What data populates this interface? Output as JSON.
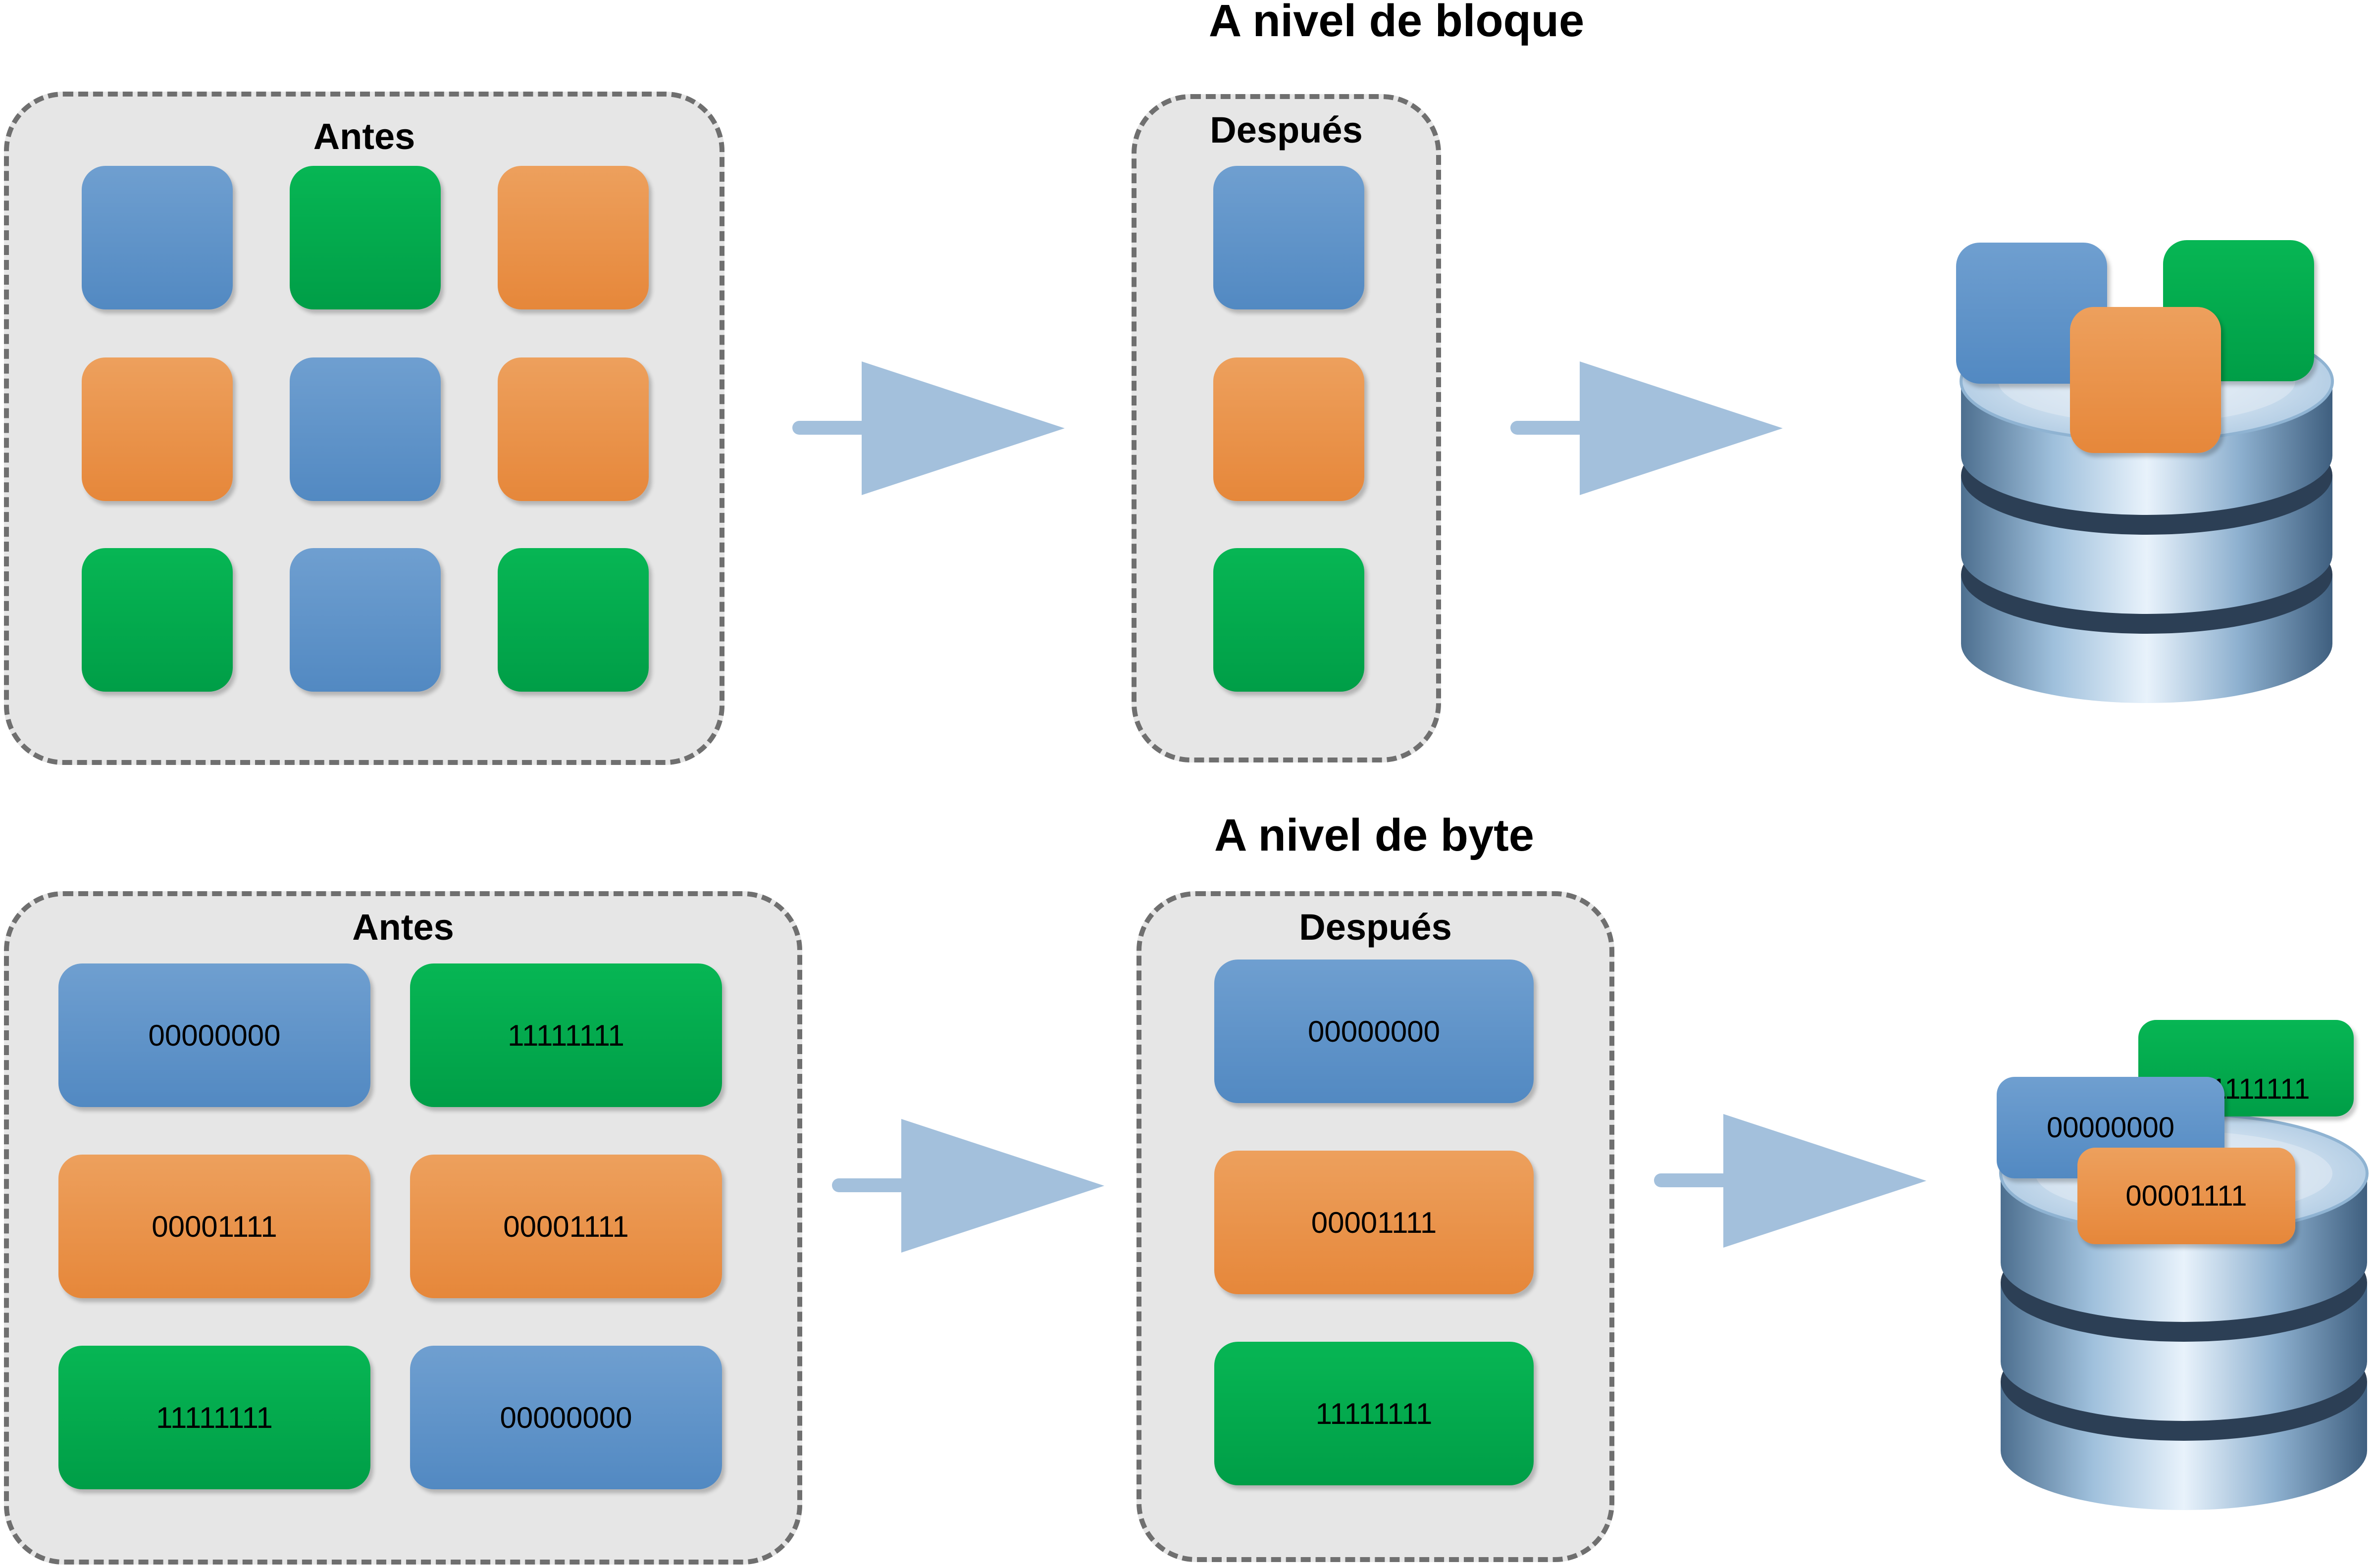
{
  "titles": {
    "block_level": "A nivel de bloque",
    "byte_level": "A nivel de byte"
  },
  "block_section": {
    "before_label": "Antes",
    "after_label": "Después",
    "before_grid": [
      [
        "blue",
        "green",
        "orange"
      ],
      [
        "orange",
        "blue",
        "orange"
      ],
      [
        "green",
        "blue",
        "green"
      ]
    ],
    "after_list": [
      "blue",
      "orange",
      "green"
    ],
    "stored_blocks": [
      "blue",
      "green",
      "orange"
    ]
  },
  "byte_section": {
    "before_label": "Antes",
    "after_label": "Después",
    "before_grid": [
      [
        {
          "color": "blue",
          "text": "00000000"
        },
        {
          "color": "green",
          "text": "11111111"
        }
      ],
      [
        {
          "color": "orange",
          "text": "00001111"
        },
        {
          "color": "orange",
          "text": "00001111"
        }
      ],
      [
        {
          "color": "green",
          "text": "11111111"
        },
        {
          "color": "blue",
          "text": "00000000"
        }
      ]
    ],
    "after_list": [
      {
        "color": "blue",
        "text": "00000000"
      },
      {
        "color": "orange",
        "text": "00001111"
      },
      {
        "color": "green",
        "text": "11111111"
      }
    ],
    "stored_blocks": [
      {
        "color": "green",
        "text": "11111111"
      },
      {
        "color": "blue",
        "text": "00000000"
      },
      {
        "color": "orange",
        "text": "00001111"
      }
    ]
  },
  "colors": {
    "blue": "#5f94c9",
    "green": "#00a94e",
    "orange": "#e98f45",
    "arrow": "#a3c0dc",
    "panel_fill": "#e6e6e6",
    "panel_border": "#6f6f6f"
  },
  "icons": [
    "arrow-right-icon",
    "database-icon"
  ]
}
